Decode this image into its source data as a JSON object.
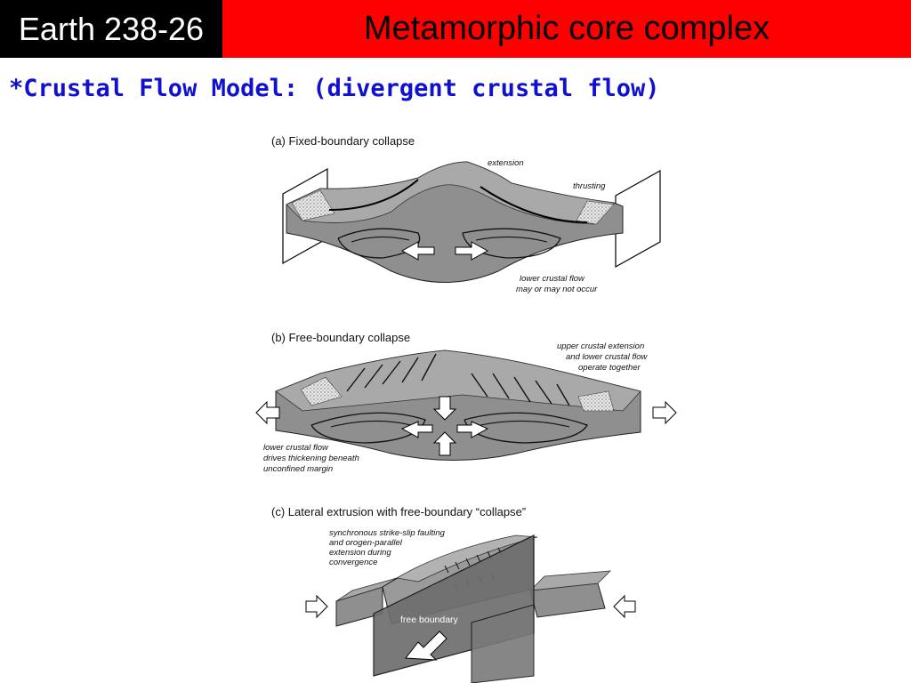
{
  "header": {
    "course": "Earth 238-26",
    "title": "Metamorphic core complex"
  },
  "subtitle": "*Crustal Flow Model: (divergent crustal flow)",
  "figure": {
    "panel_a": {
      "caption": "(a) Fixed-boundary collapse",
      "extension": "extension",
      "thrusting": "thrusting",
      "flow_note_1": "lower crustal flow",
      "flow_note_2": "may or may not occur"
    },
    "panel_b": {
      "caption": "(b) Free-boundary collapse",
      "note_1": "upper crustal extension",
      "note_2": "and lower crustal flow",
      "note_3": "operate together",
      "flow_1": "lower crustal flow",
      "flow_2": "drives thickening beneath",
      "flow_3": "unconfined margin"
    },
    "panel_c": {
      "caption": "(c) Lateral extrusion with free-boundary “collapse”",
      "note_1": "synchronous strike-slip faulting",
      "note_2": "and orogen-parallel",
      "note_3": "extension during",
      "note_4": "convergence",
      "boundary": "free boundary"
    }
  },
  "colors": {
    "course_bg": "#000000",
    "title_bg": "#ff0000",
    "subtitle_text": "#1010d0",
    "crust_gray": "#8c8c8c"
  }
}
